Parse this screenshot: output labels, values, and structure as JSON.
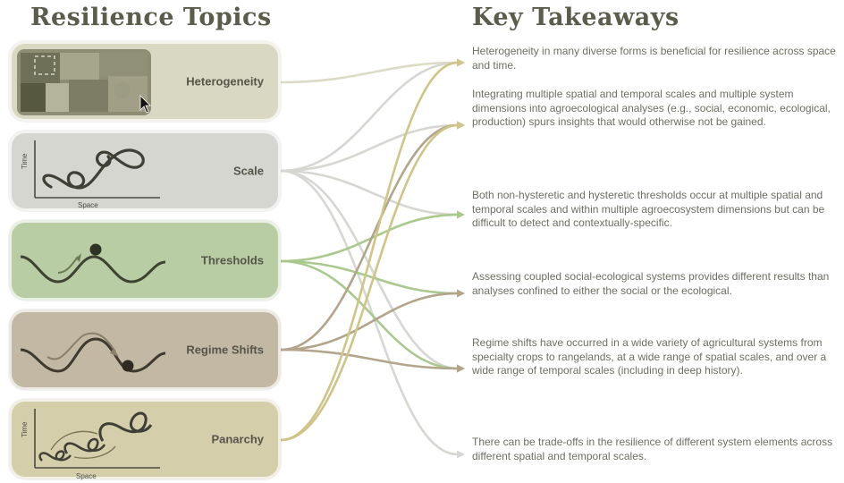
{
  "headings": {
    "topics": "Resilience Topics",
    "takeaways": "Key Takeaways"
  },
  "topics": [
    {
      "label": "Heterogeneity",
      "color": "#d9d8c3"
    },
    {
      "label": "Scale",
      "color": "#d5d6d0"
    },
    {
      "label": "Thresholds",
      "color": "#b9cda4"
    },
    {
      "label": "Regime Shifts",
      "color": "#c3b8a4"
    },
    {
      "label": "Panarchy",
      "color": "#d4ceaa"
    }
  ],
  "icon_text": {
    "scale_y": "Time",
    "scale_x": "Space",
    "panarchy_y": "Time",
    "panarchy_x": "Space"
  },
  "takeaways": [
    "Heterogeneity in many diverse forms is beneficial for resilience across space and time.",
    "Integrating multiple spatial and temporal scales and multiple system dimensions into agroecological analyses (e.g., social, economic, ecological, production) spurs insights that would otherwise not be gained.",
    "Both non-hysteretic and hysteretic thresholds occur at multiple spatial and temporal scales and within multiple agroecosystem dimensions but can be difficult to detect and contextually-specific.",
    "Assessing coupled social-ecological systems provides different results than analyses confined to either the social or the ecological.",
    "Regime shifts have occurred in a wide variety of agricultural systems from specialty crops to rangelands, at a wide range of spatial scales, and over a wide range of temporal scales (including in deep history).",
    "There can be trade-offs in the resilience of different system elements across different spatial and temporal scales."
  ],
  "connector_colors": {
    "heterogeneity": "#dcdcc6",
    "scale": "#d6d7d1",
    "thresholds": "#a9c98f",
    "regime": "#b3a58c",
    "panarchy": "#cfc489"
  },
  "links": [
    {
      "from": 0,
      "to": 0
    },
    {
      "from": 1,
      "to": 0
    },
    {
      "from": 1,
      "to": 1
    },
    {
      "from": 1,
      "to": 2
    },
    {
      "from": 1,
      "to": 4
    },
    {
      "from": 1,
      "to": 5
    },
    {
      "from": 2,
      "to": 2
    },
    {
      "from": 2,
      "to": 3
    },
    {
      "from": 2,
      "to": 4
    },
    {
      "from": 3,
      "to": 1
    },
    {
      "from": 3,
      "to": 3
    },
    {
      "from": 3,
      "to": 4
    },
    {
      "from": 4,
      "to": 0
    },
    {
      "from": 4,
      "to": 1
    }
  ]
}
